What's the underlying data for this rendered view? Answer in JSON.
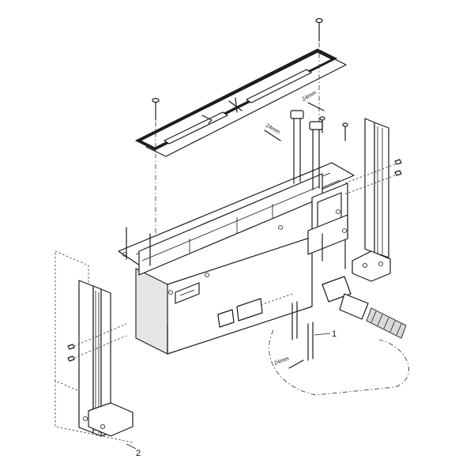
{
  "callouts": {
    "part_1": "1",
    "part_2": "2"
  },
  "wrench_labels": {
    "top_left": "24mm",
    "top_right": "24mm",
    "bottom": "24mm"
  }
}
